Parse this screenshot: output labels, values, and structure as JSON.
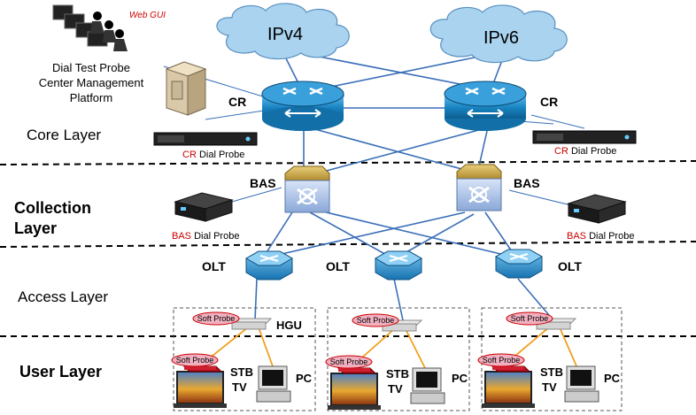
{
  "clouds": {
    "ipv4": "IPv4",
    "ipv6": "IPv6"
  },
  "platform": {
    "web_gui": "Web GUI",
    "line1": "Dial Test Probe",
    "line2": "Center Management",
    "line3": "Platform"
  },
  "routers": {
    "cr_left": "CR",
    "cr_right": "CR"
  },
  "probes": {
    "cr_prefix": "CR",
    "cr_suffix": " Dial Probe",
    "bas_prefix": "BAS",
    "bas_suffix": " Dial Probe",
    "soft_probe": "Soft Probe"
  },
  "bas": {
    "left": "BAS",
    "right": "BAS"
  },
  "olt": {
    "left": "OLT",
    "middle": "OLT",
    "right": "OLT"
  },
  "hgu": "HGU",
  "devices": {
    "stb": "STB",
    "tv": "TV",
    "pc": "PC"
  },
  "layers": {
    "core": "Core Layer",
    "collection1": "Collection",
    "collection2": "Layer",
    "access": "Access Layer",
    "user": "User Layer"
  },
  "colors": {
    "cloud": "#a9d3ef",
    "router": "#1a86c4",
    "olt": "#2b8fd0",
    "bas": "#c8a54a",
    "link": "#3a6fb8",
    "orange_link": "#f0a020",
    "probe_red": "#cc0000",
    "soft_probe_fill": "#f0b0c0"
  }
}
